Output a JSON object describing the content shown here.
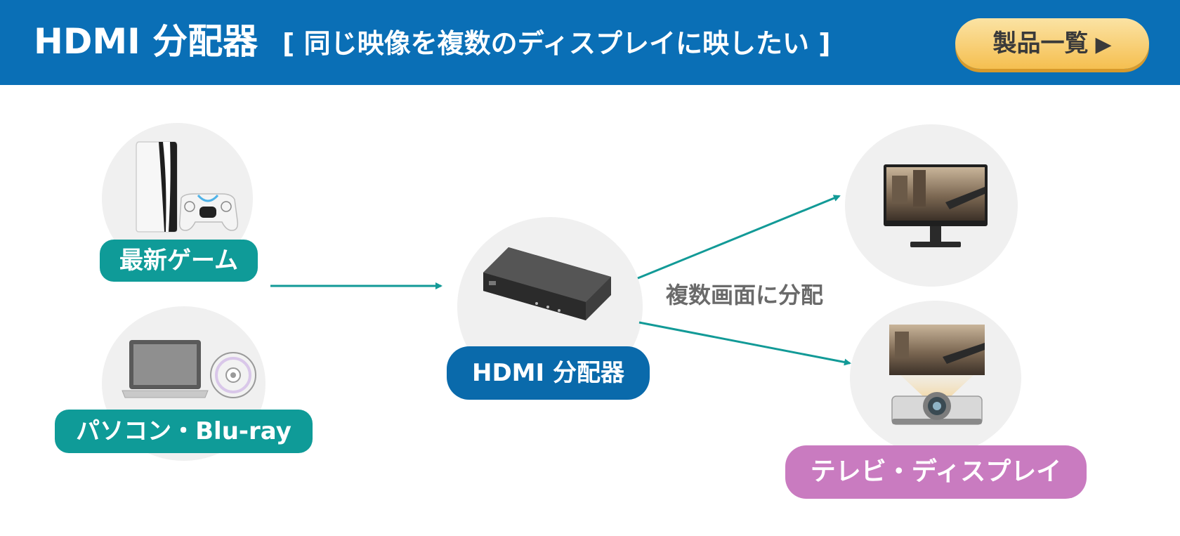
{
  "header": {
    "title": "HDMI 分配器",
    "subtitle": "[ 同じ映像を複数のディスプレイに映したい ]",
    "product_button_label": "製品一覧",
    "product_button_arrow": "▶"
  },
  "sources": {
    "game_label": "最新ゲーム",
    "pc_label": "パソコン・Blu-ray"
  },
  "splitter": {
    "label": "HDMI 分配器",
    "action_text": "複数画面に分配"
  },
  "outputs": {
    "label": "テレビ・ディスプレイ"
  },
  "colors": {
    "header_bg": "#0a6fb6",
    "button_bg": "#f5bf50",
    "teal": "#0f9b98",
    "blue": "#0a6aab",
    "pink": "#c97bc0",
    "arrow": "#129a97"
  }
}
